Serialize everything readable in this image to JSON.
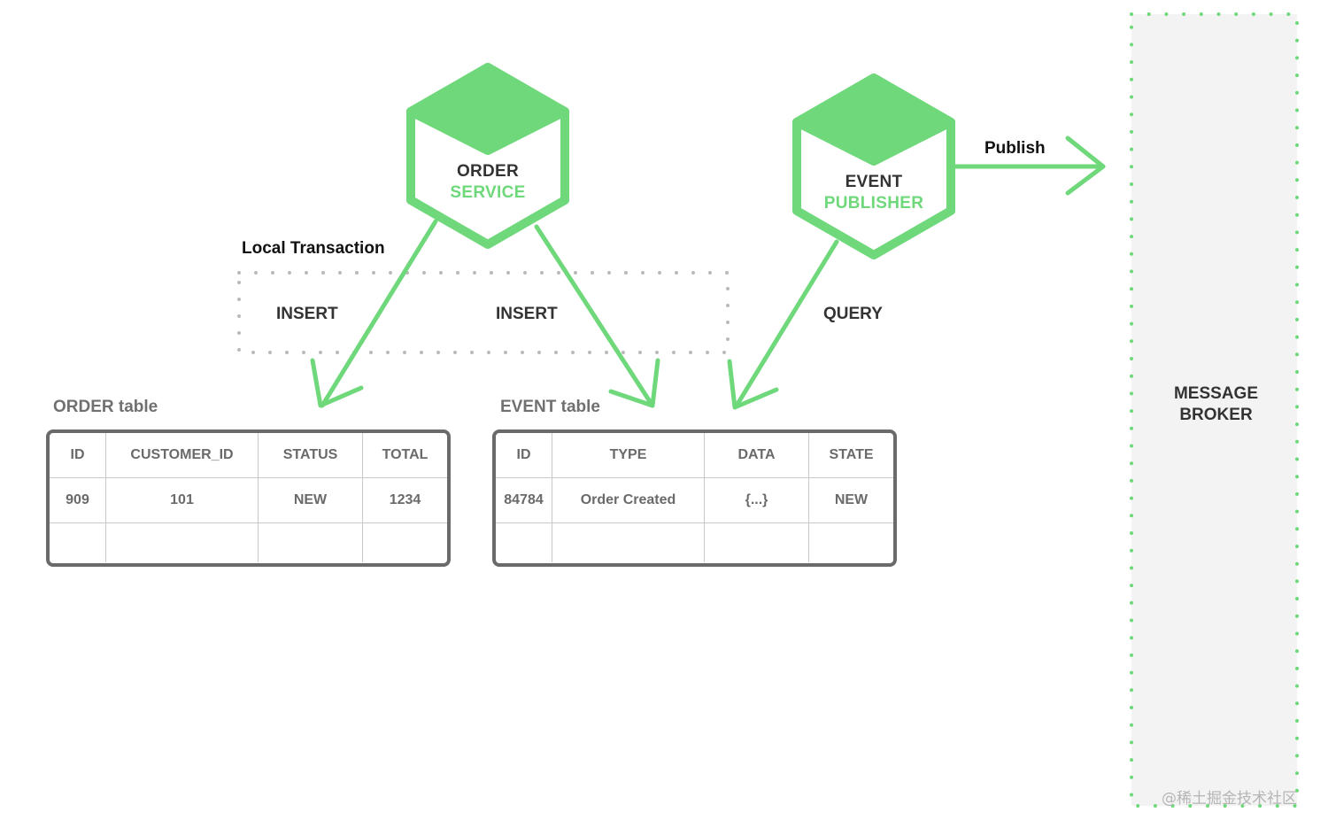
{
  "services": {
    "order": {
      "line1": "ORDER",
      "line2": "SERVICE"
    },
    "publisher": {
      "line1": "EVENT",
      "line2": "PUBLISHER"
    }
  },
  "labels": {
    "local_transaction": "Local Transaction",
    "insert_1": "INSERT",
    "insert_2": "INSERT",
    "query": "QUERY",
    "publish": "Publish"
  },
  "order_table": {
    "caption": "ORDER table",
    "columns": [
      "ID",
      "CUSTOMER_ID",
      "STATUS",
      "TOTAL"
    ],
    "rows": [
      [
        "909",
        "101",
        "NEW",
        "1234"
      ],
      [
        "",
        "",
        "",
        ""
      ]
    ]
  },
  "event_table": {
    "caption": "EVENT table",
    "columns": [
      "ID",
      "TYPE",
      "DATA",
      "STATE"
    ],
    "rows": [
      [
        "84784",
        "Order Created",
        "{...}",
        "NEW"
      ],
      [
        "",
        "",
        "",
        ""
      ]
    ]
  },
  "broker": {
    "line1": "MESSAGE",
    "line2": "BROKER"
  },
  "watermark": "@稀土掘金技术社区",
  "colors": {
    "accent_green": "#6ed87a",
    "table_border": "#6a6a6a",
    "dotted_gray": "#b9b9b9",
    "broker_fill": "#f3f3f3"
  }
}
